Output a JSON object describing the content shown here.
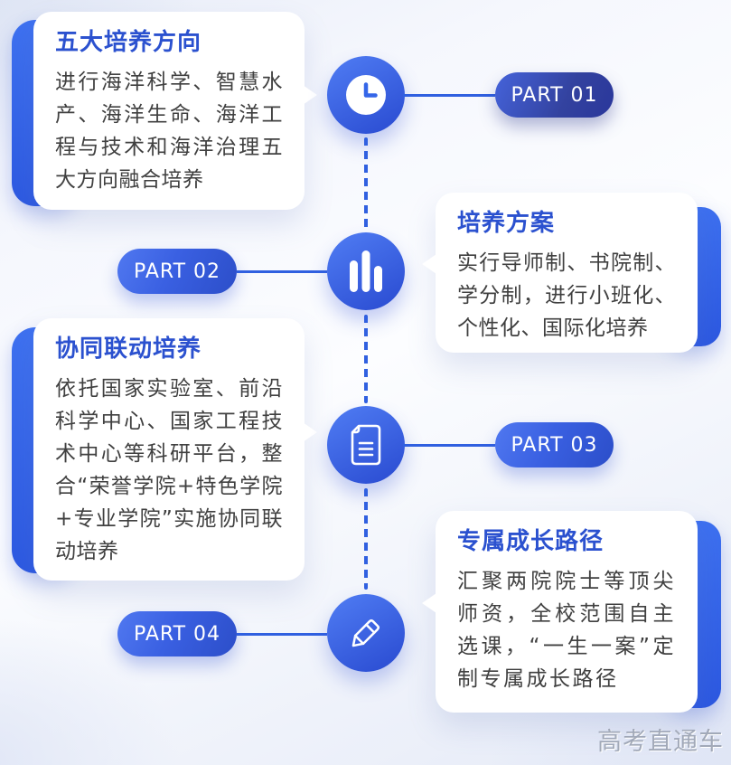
{
  "parts": [
    {
      "label": "PART 01",
      "icon": "clock-icon"
    },
    {
      "label": "PART 02",
      "icon": "bar-chart-icon"
    },
    {
      "label": "PART 03",
      "icon": "document-icon"
    },
    {
      "label": "PART 04",
      "icon": "pencil-icon"
    }
  ],
  "cards": [
    {
      "title": "五大培养方向",
      "body": "进行海洋科学、智慧水产、海洋生命、海洋工程与技术和海洋治理五大方向融合培养"
    },
    {
      "title": "培养方案",
      "body": "实行导师制、书院制、学分制，进行小班化、个性化、国际化培养"
    },
    {
      "title": "协同联动培养",
      "body": "依托国家实验室、前沿科学中心、国家工程技术中心等科研平台，整合“荣誉学院+特色学院+专业学院”实施协同联动培养"
    },
    {
      "title": "专属成长路径",
      "body": "汇聚两院院士等顶尖师资，全校范围自主选课，“一生一案”定制专属成长路径"
    }
  ],
  "colors": {
    "accent_blue": "#2f62ea",
    "title_blue": "#2b51cf",
    "body_text": "#404040",
    "pill_blue": "#2c4ec9",
    "pill_dark": "#2a379b",
    "connector": "#3060e0"
  },
  "watermark": "高考直通车"
}
